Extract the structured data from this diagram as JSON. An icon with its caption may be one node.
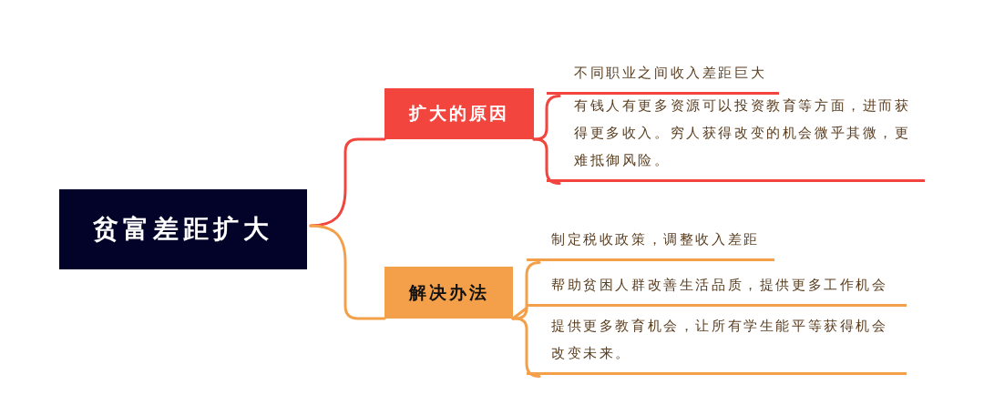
{
  "diagram": {
    "nodes": [
      {
        "text": [
          "贫富差距扩大"
        ]
      },
      {
        "text": [
          "扩大的原因"
        ]
      },
      {
        "text": [
          "不同职业之间收入差距巨大"
        ]
      },
      {
        "text": [
          "有钱人有更多资源可以投资教育等方面，进而获得更多收入。穷人获得改变的机会微乎其微，更难抵御风险。"
        ]
      },
      {
        "text": [
          "解决办法"
        ]
      },
      {
        "text": [
          "制定税收政策，调整收入差距"
        ]
      },
      {
        "text": [
          "帮助贫困人群改善生活品质，提供更多工作机会"
        ]
      },
      {
        "text": [
          "提供更多教育机会，让所有学生能平等获得机会改变未来。"
        ]
      }
    ],
    "edges": [
      {
        "from": 0,
        "to": 1,
        "arrow": "none",
        "color": "#f2453d"
      },
      {
        "from": 0,
        "to": 4,
        "arrow": "none"
      },
      {
        "from": 1,
        "to": 2,
        "arrow": "none",
        "color": "#f2453d"
      },
      {
        "from": 1,
        "to": 3,
        "arrow": "none",
        "color": "#f2453d"
      },
      {
        "from": 4,
        "to": 5,
        "arrow": "none"
      },
      {
        "from": 4,
        "to": 6,
        "arrow": "none"
      },
      {
        "from": 4,
        "to": 7,
        "arrow": "none"
      }
    ]
  }
}
